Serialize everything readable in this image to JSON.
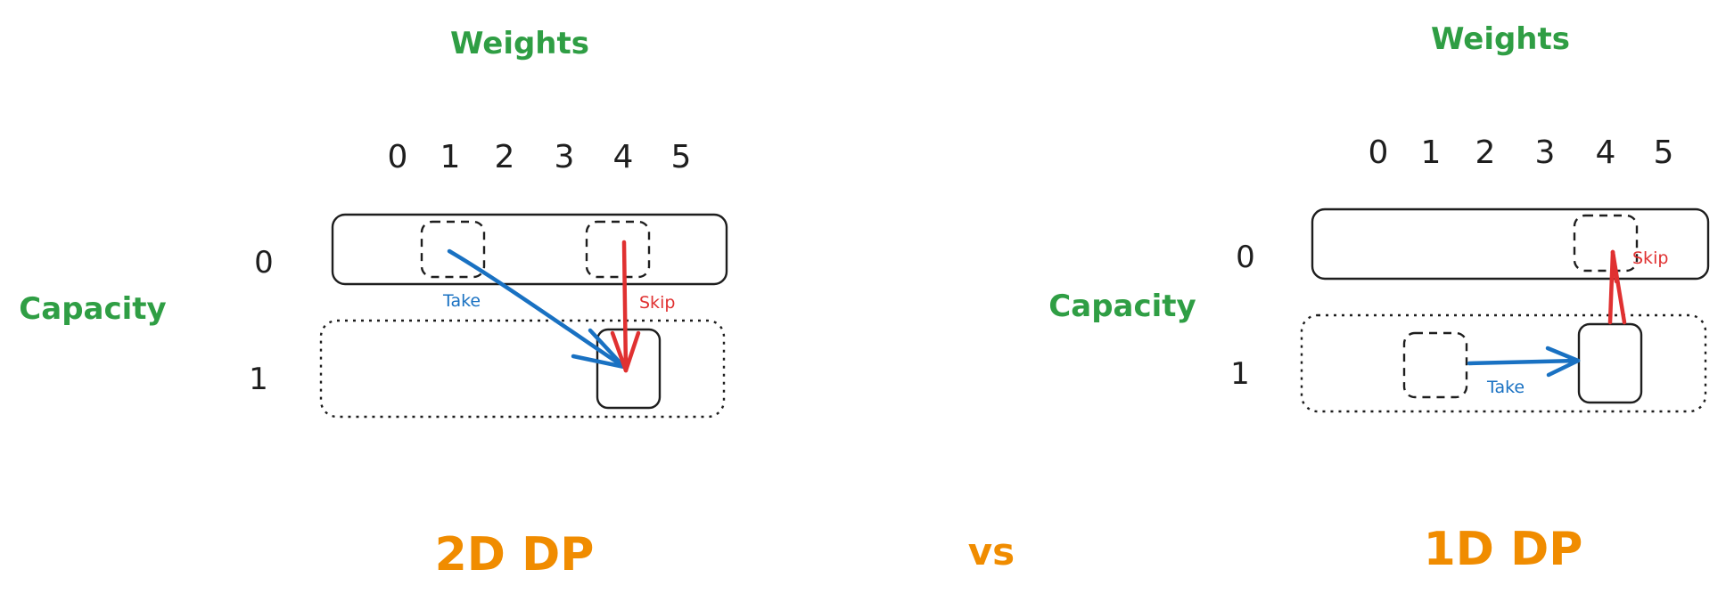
{
  "left_panel": {
    "weights_label": "Weights",
    "capacity_label": "Capacity",
    "weight_indices": [
      "0",
      "1",
      "2",
      "3",
      "4",
      "5"
    ],
    "capacity_rows": [
      "0",
      "1"
    ],
    "take_label": "Take",
    "skip_label": "Skip",
    "title": "2D DP"
  },
  "middle": {
    "vs_label": "vs"
  },
  "right_panel": {
    "weights_label": "Weights",
    "capacity_label": "Capacity",
    "weight_indices": [
      "0",
      "1",
      "2",
      "3",
      "4",
      "5"
    ],
    "capacity_rows": [
      "0",
      "1"
    ],
    "take_label": "Take",
    "skip_label": "Skip",
    "title": "1D DP"
  },
  "colors": {
    "green": "#2f9e44",
    "orange": "#f08c00",
    "blue": "#1971c2",
    "red": "#e03131",
    "ink": "#1e1e1e"
  }
}
